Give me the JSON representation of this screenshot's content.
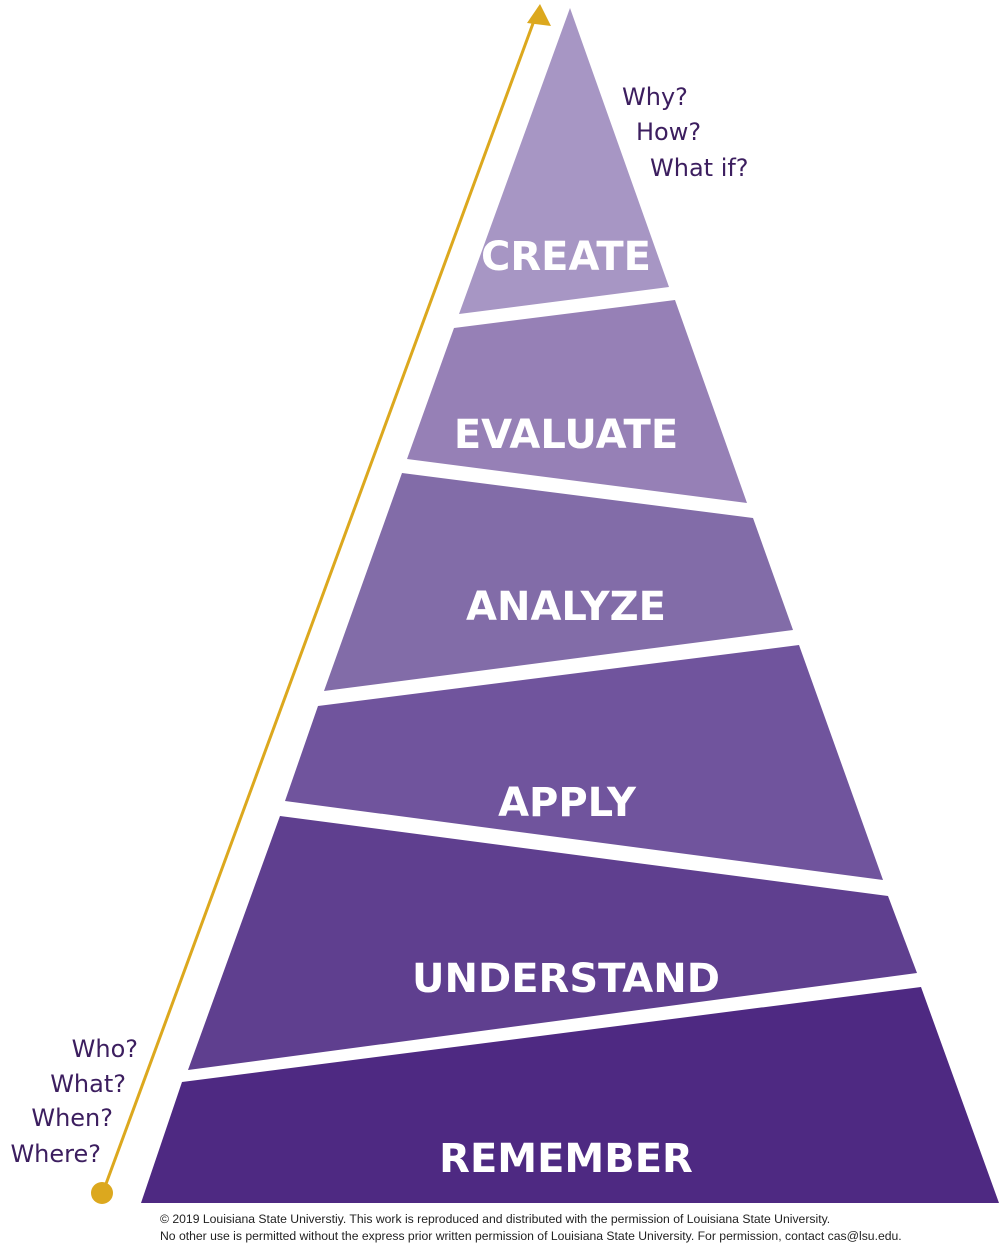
{
  "pyramid": {
    "levels": [
      {
        "label": "CREATE",
        "color": "#a796c4"
      },
      {
        "label": "EVALUATE",
        "color": "#9680b6"
      },
      {
        "label": "ANALYZE",
        "color": "#826ca8"
      },
      {
        "label": "APPLY",
        "color": "#70549d"
      },
      {
        "label": "UNDERSTAND",
        "color": "#5f3f8f"
      },
      {
        "label": "REMEMBER",
        "color": "#4e2982"
      }
    ]
  },
  "arrow": {
    "color": "#dca81e"
  },
  "questions": {
    "higher_order": [
      "Why?",
      "How?",
      "What if?"
    ],
    "lower_order": [
      "Who?",
      "What?",
      "When?",
      "Where?"
    ],
    "color": "#3c1e5f"
  },
  "footer": {
    "line1": "© 2019 Louisiana State Universtiy. This work is reproduced and distributed with the permission of Louisiana State University.",
    "line2": "No other use is permitted without the express prior written permission of Louisiana State University. For permission, contact cas@lsu.edu."
  }
}
